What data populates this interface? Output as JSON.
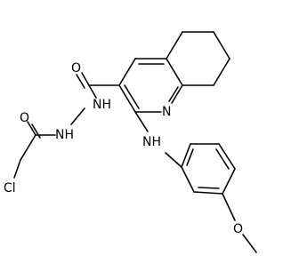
{
  "structure": {
    "atoms": {
      "oxygen_amide": "O",
      "nh_hydrazide": "NH",
      "nh_hydrazide_2": "NH",
      "oxygen_acyl": "O",
      "chlorine": "Cl",
      "nitrogen_ring": "N",
      "nh_amine": "NH",
      "oxygen_methoxy": "O"
    }
  }
}
